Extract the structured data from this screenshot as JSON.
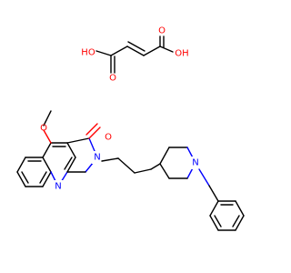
{
  "molecule": {
    "atoms": {
      "acid_oh_left": "HO",
      "acid_o_left": "O",
      "acid_o_right": "O",
      "acid_oh_right": "OH",
      "methoxy_o": "O",
      "carbonyl_o": "O",
      "lactam_n": "N",
      "quinoline_n": "N",
      "piperidine_n": "N"
    },
    "colors": {
      "bond": "#000000",
      "oxygen": "#ff0000",
      "nitrogen": "#0000ff"
    }
  }
}
